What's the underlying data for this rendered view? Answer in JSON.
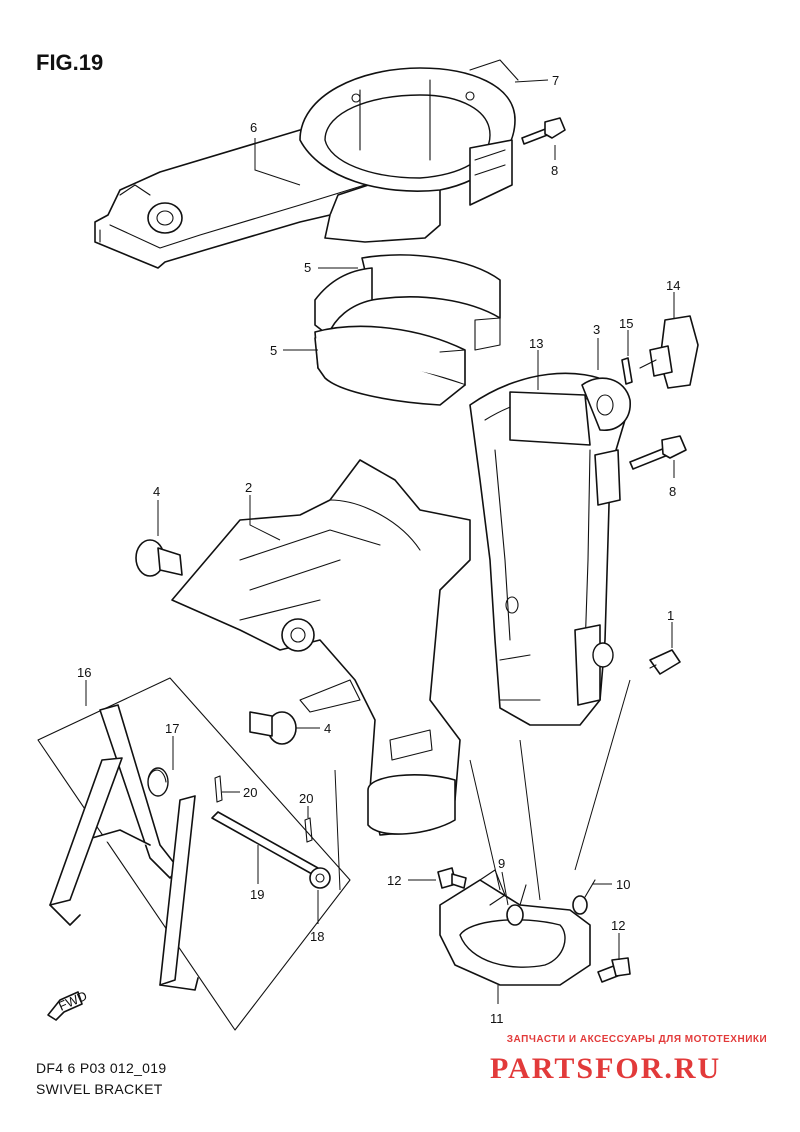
{
  "figure": {
    "title": "FIG.19",
    "code": "DF4 6 P03 012_019",
    "name": "SWIVEL BRACKET"
  },
  "callouts": {
    "c1": "1",
    "c2": "2",
    "c3": "3",
    "c4a": "4",
    "c4b": "4",
    "c5a": "5",
    "c5b": "5",
    "c6": "6",
    "c7": "7",
    "c8a": "8",
    "c8b": "8",
    "c9": "9",
    "c10": "10",
    "c11": "11",
    "c12a": "12",
    "c12b": "12",
    "c13": "13",
    "c14": "14",
    "c15": "15",
    "c16": "16",
    "c17": "17",
    "c18": "18",
    "c19": "19",
    "c20a": "20",
    "c20b": "20"
  },
  "direction_mark": "FWD",
  "watermark": {
    "tagline": "ЗАПЧАСТИ И АКСЕССУАРЫ ДЛЯ МОТОТЕХНИКИ",
    "logo": "PARTSFOR.RU",
    "color": "#e23a3a"
  }
}
